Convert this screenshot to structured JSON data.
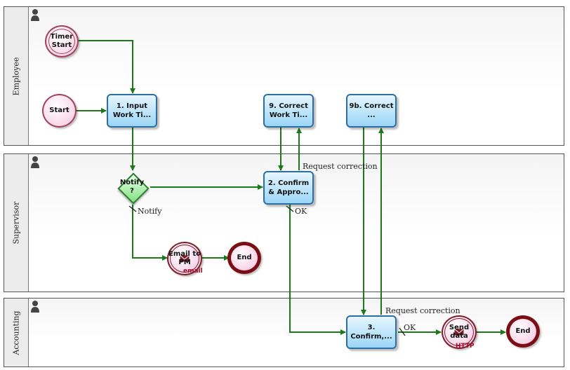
{
  "lanes": [
    {
      "id": "employee",
      "label": "Employee"
    },
    {
      "id": "supervisor",
      "label": "Supervisor"
    },
    {
      "id": "accounting",
      "label": "Accounting"
    }
  ],
  "nodes": {
    "timer_start": "Timer Start",
    "start": "Start",
    "task_input": "1. Input Work Ti...",
    "task_correct": "9. Correct Work Ti...",
    "task_correct_b": "9b. Correct ...",
    "gateway_notify": "Notify ?",
    "task_confirm_approve": "2. Confirm & Appro...",
    "email_pm": "Email to PM",
    "email_badge": "email",
    "end_supervisor": "End",
    "task_confirm": "3. Confirm,...",
    "send_data": "Send data",
    "http_badge": "HTTP",
    "end_accounting": "End"
  },
  "flow_labels": {
    "notify": "Notify",
    "ok_supervisor": "OK",
    "request_correction_1": "Request correction",
    "request_correction_2": "Request correction",
    "ok_accounting": "OK"
  },
  "colors": {
    "flow": "#1a7a1a",
    "task_border": "#2c6ea3",
    "end_border": "#7a0e14"
  }
}
